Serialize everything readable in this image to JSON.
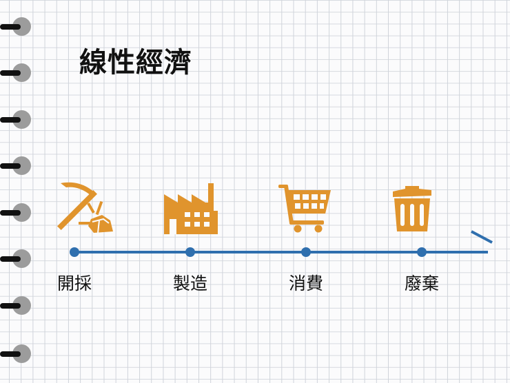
{
  "title": "線性經濟",
  "colors": {
    "icon": "#e0942d",
    "timeline": "#2f6fae",
    "ring": "#9c9c9c",
    "text": "#111111",
    "grid": "#d2d5dc"
  },
  "stages": [
    {
      "label": "開採",
      "icon": "pickaxe-mining-icon"
    },
    {
      "label": "製造",
      "icon": "factory-icon"
    },
    {
      "label": "消費",
      "icon": "shopping-cart-icon"
    },
    {
      "label": "廢棄",
      "icon": "trash-bin-icon"
    }
  ],
  "binding_rings": 8
}
